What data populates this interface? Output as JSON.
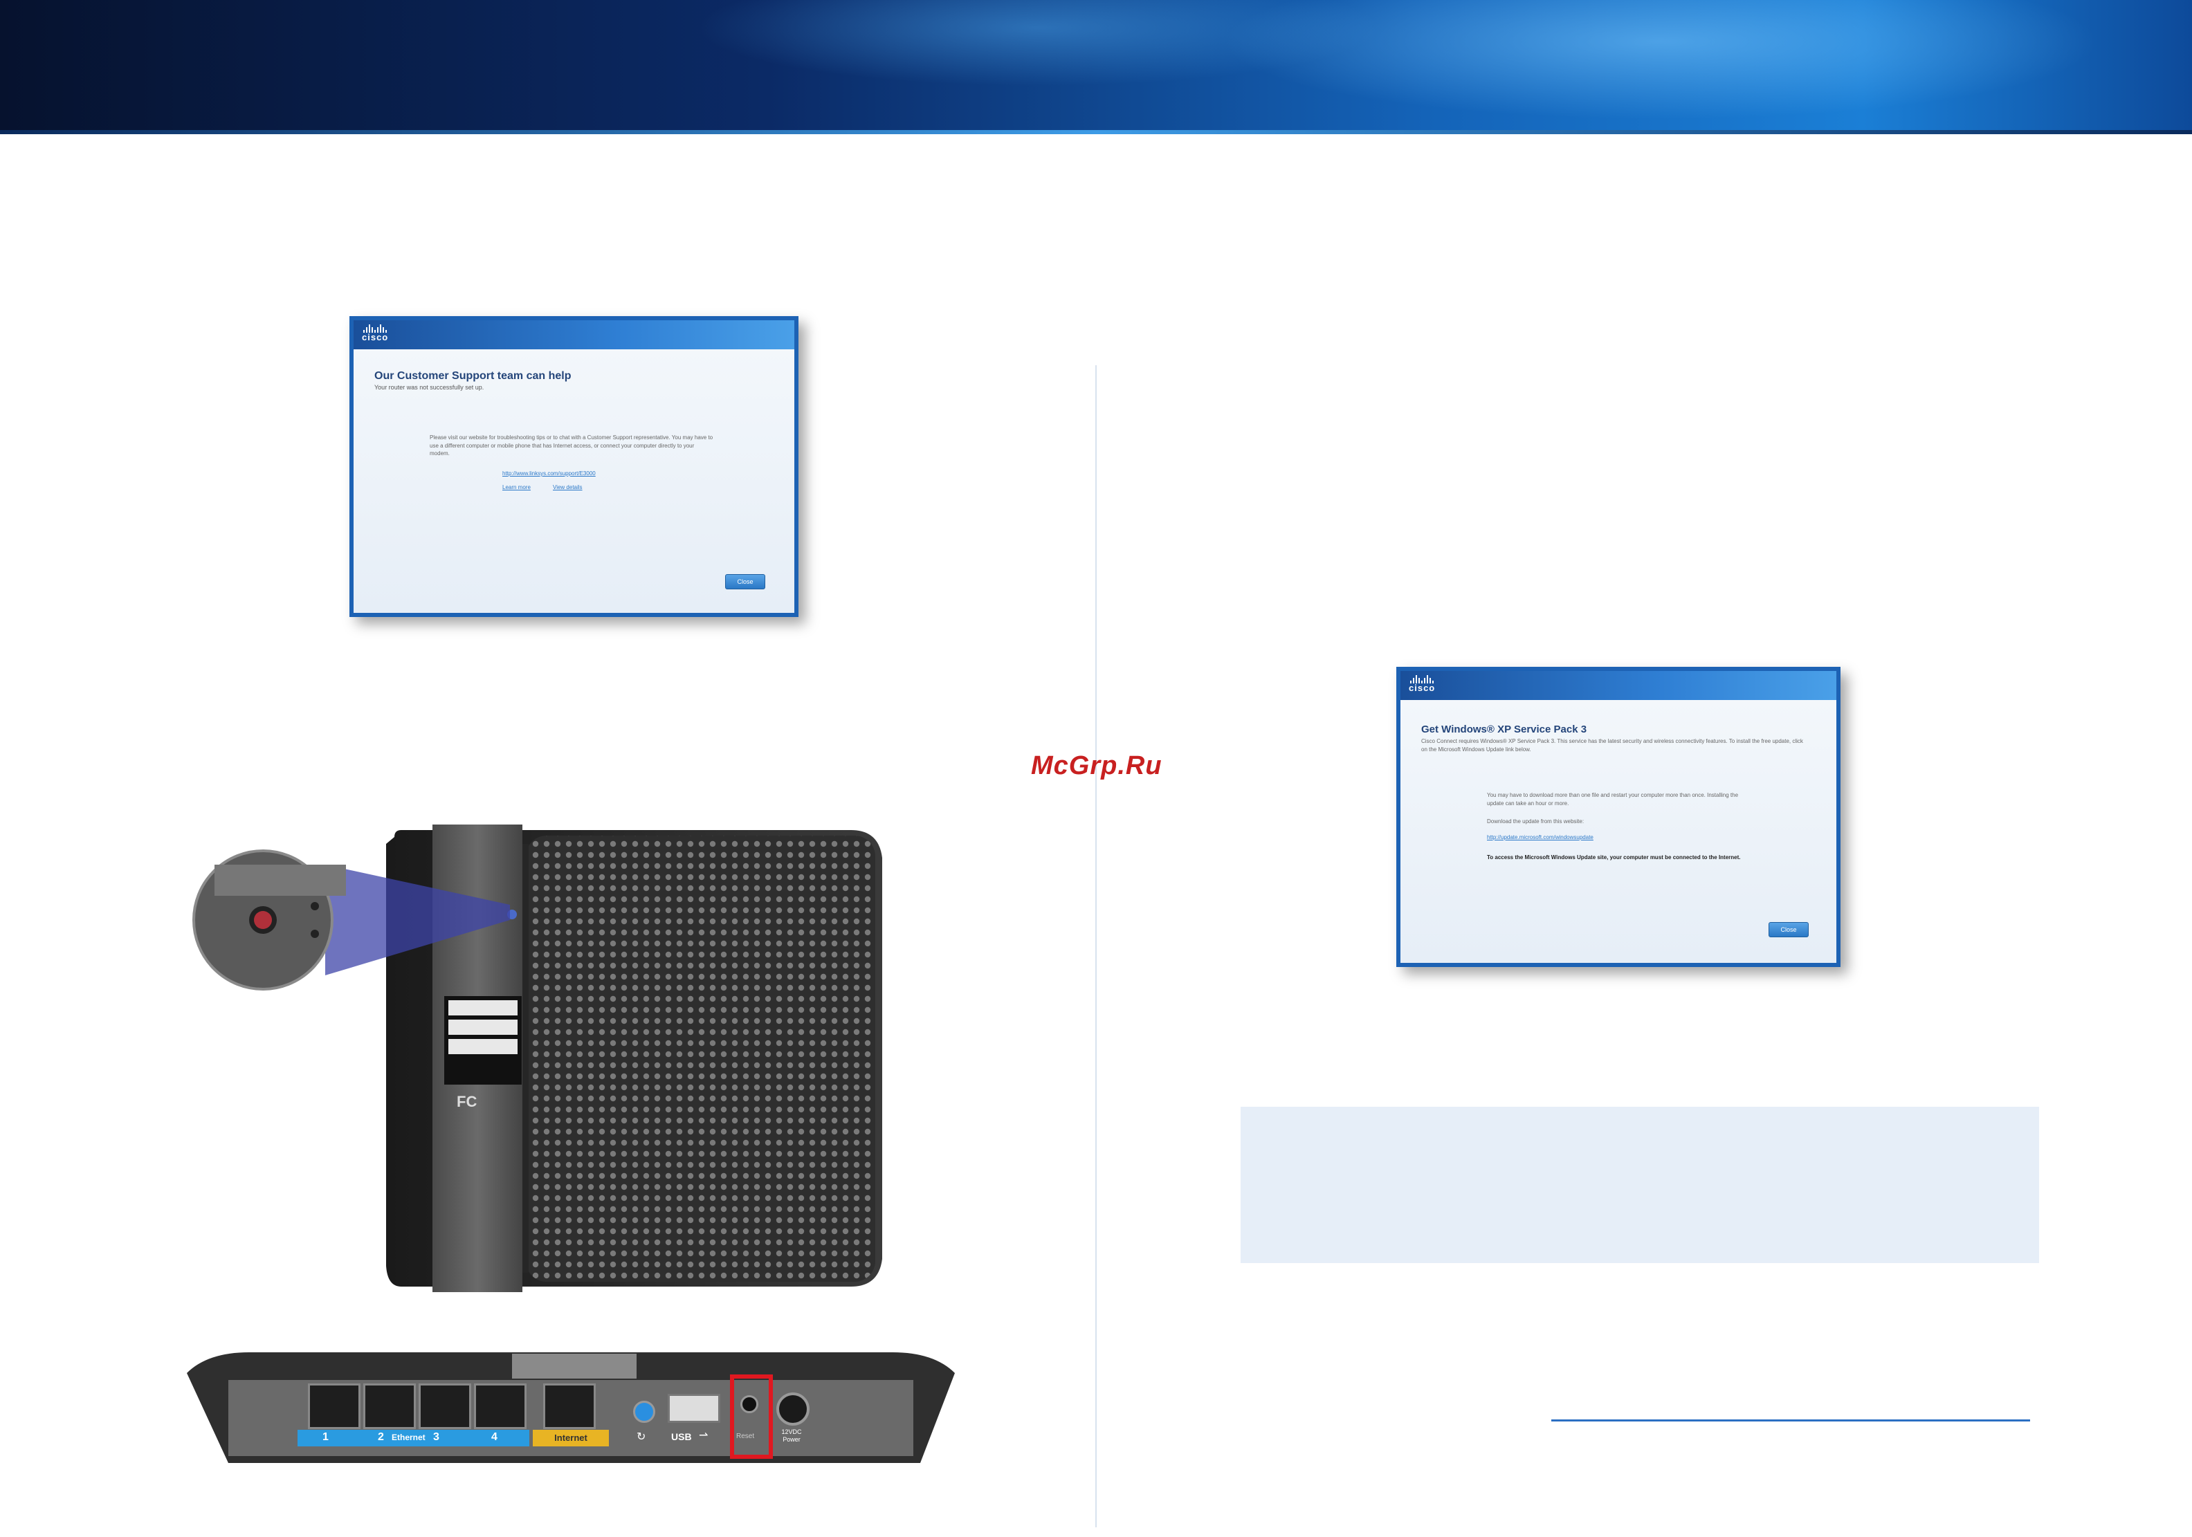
{
  "watermark": "McGrp.Ru",
  "dialog_support": {
    "logo": "cisco",
    "title": "Our Customer Support team can help",
    "subtitle": "Your router was not successfully set up.",
    "body": "Please visit our website for troubleshooting tips or to chat with a Customer Support representative. You may have to use a different computer or mobile phone that has Internet access, or connect your computer directly to your modem.",
    "link": "http://www.linksys.com/support/E3000",
    "learn_more": "Learn more",
    "view_details": "View details",
    "close_button": "Close"
  },
  "dialog_xp": {
    "logo": "cisco",
    "title": "Get Windows® XP Service Pack 3",
    "intro": "Cisco Connect requires Windows® XP Service Pack 3. This service has the latest security and wireless connectivity features. To install the free update, click on the Microsoft Windows Update link below.",
    "body": "You may have to download more than one file and restart your computer more than once. Installing the update can take an hour or more.",
    "download_label": "Download the update from this website:",
    "link": "http://update.microsoft.com/windowsupdate",
    "note": "To access the Microsoft Windows Update site, your computer must be connected to the Internet.",
    "close_button": "Close"
  },
  "router_back": {
    "port_numbers": [
      "1",
      "2",
      "3",
      "4"
    ],
    "ethernet_label": "Ethernet",
    "internet_label": "Internet",
    "usb_label": "USB",
    "reset_label": "Reset",
    "power_label": "12VDC Power"
  },
  "router_label_mark": "FC"
}
